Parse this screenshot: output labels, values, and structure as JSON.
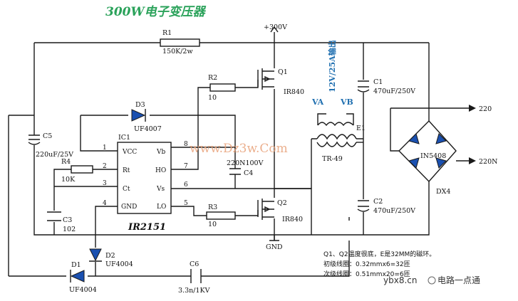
{
  "title": "300W电子变压器",
  "labels": {
    "r1": "R1",
    "r1_val": "150K/2w",
    "v300": "+300V",
    "r2": "R2",
    "r2_val": "10",
    "q1": "Q1",
    "q1_part": "IR840",
    "d3": "D3",
    "d3_part": "UF4007",
    "c5": "C5",
    "c5_val": "220uF/25V",
    "ic1": "IC1",
    "vcc": "VCC",
    "vb": "Vb",
    "rt": "Rt",
    "ho": "HO",
    "ct": "Ct",
    "vs": "Vs",
    "gnd_pin": "GND",
    "lo": "LO",
    "p1": "1",
    "p2": "2",
    "p3": "3",
    "p4": "4",
    "p5": "5",
    "p6": "6",
    "p7": "7",
    "p8": "8",
    "ic_name": "IR2151",
    "r4": "R4",
    "r4_val": "10K",
    "c3": "C3",
    "c3_val": "102",
    "c4": "C4",
    "c4_val": "220N100V",
    "r3": "R3",
    "r3_val": "10",
    "q2": "Q2",
    "q2_part": "IR840",
    "gnd": "GND",
    "d2": "D2",
    "d2_part": "UF4004",
    "d1": "D1",
    "d1_part": "UF4004",
    "c6": "C6",
    "c6_val": "3.3n/1KV",
    "output_spec": "12V/25A输出",
    "va": "VA",
    "vb_out": "VB",
    "e1": "E1",
    "transformer": "TR-49",
    "c1": "C1",
    "c1_val": "470uF/250V",
    "c2": "C2",
    "c2_val": "470uF/250V",
    "bridge": "IN5408",
    "dx4": "DX4",
    "ac1": "220",
    "ac2": "220N",
    "watermark": "www.Dz3w.Com",
    "note1": "Q1、Q2温度很底，E是32MM的磁环。",
    "note2": "初级线圈：0.32mmx6=32匝",
    "note3": "次级线圈：0.51mmx20=6匝",
    "footer_brand": "ybx8.cn",
    "footer_wechat": "电路一点通"
  },
  "colors": {
    "title": "#2aa25a",
    "diode": "#1a50b0",
    "label_blue": "#1f6fb0",
    "watermark": "#e8a27a"
  }
}
